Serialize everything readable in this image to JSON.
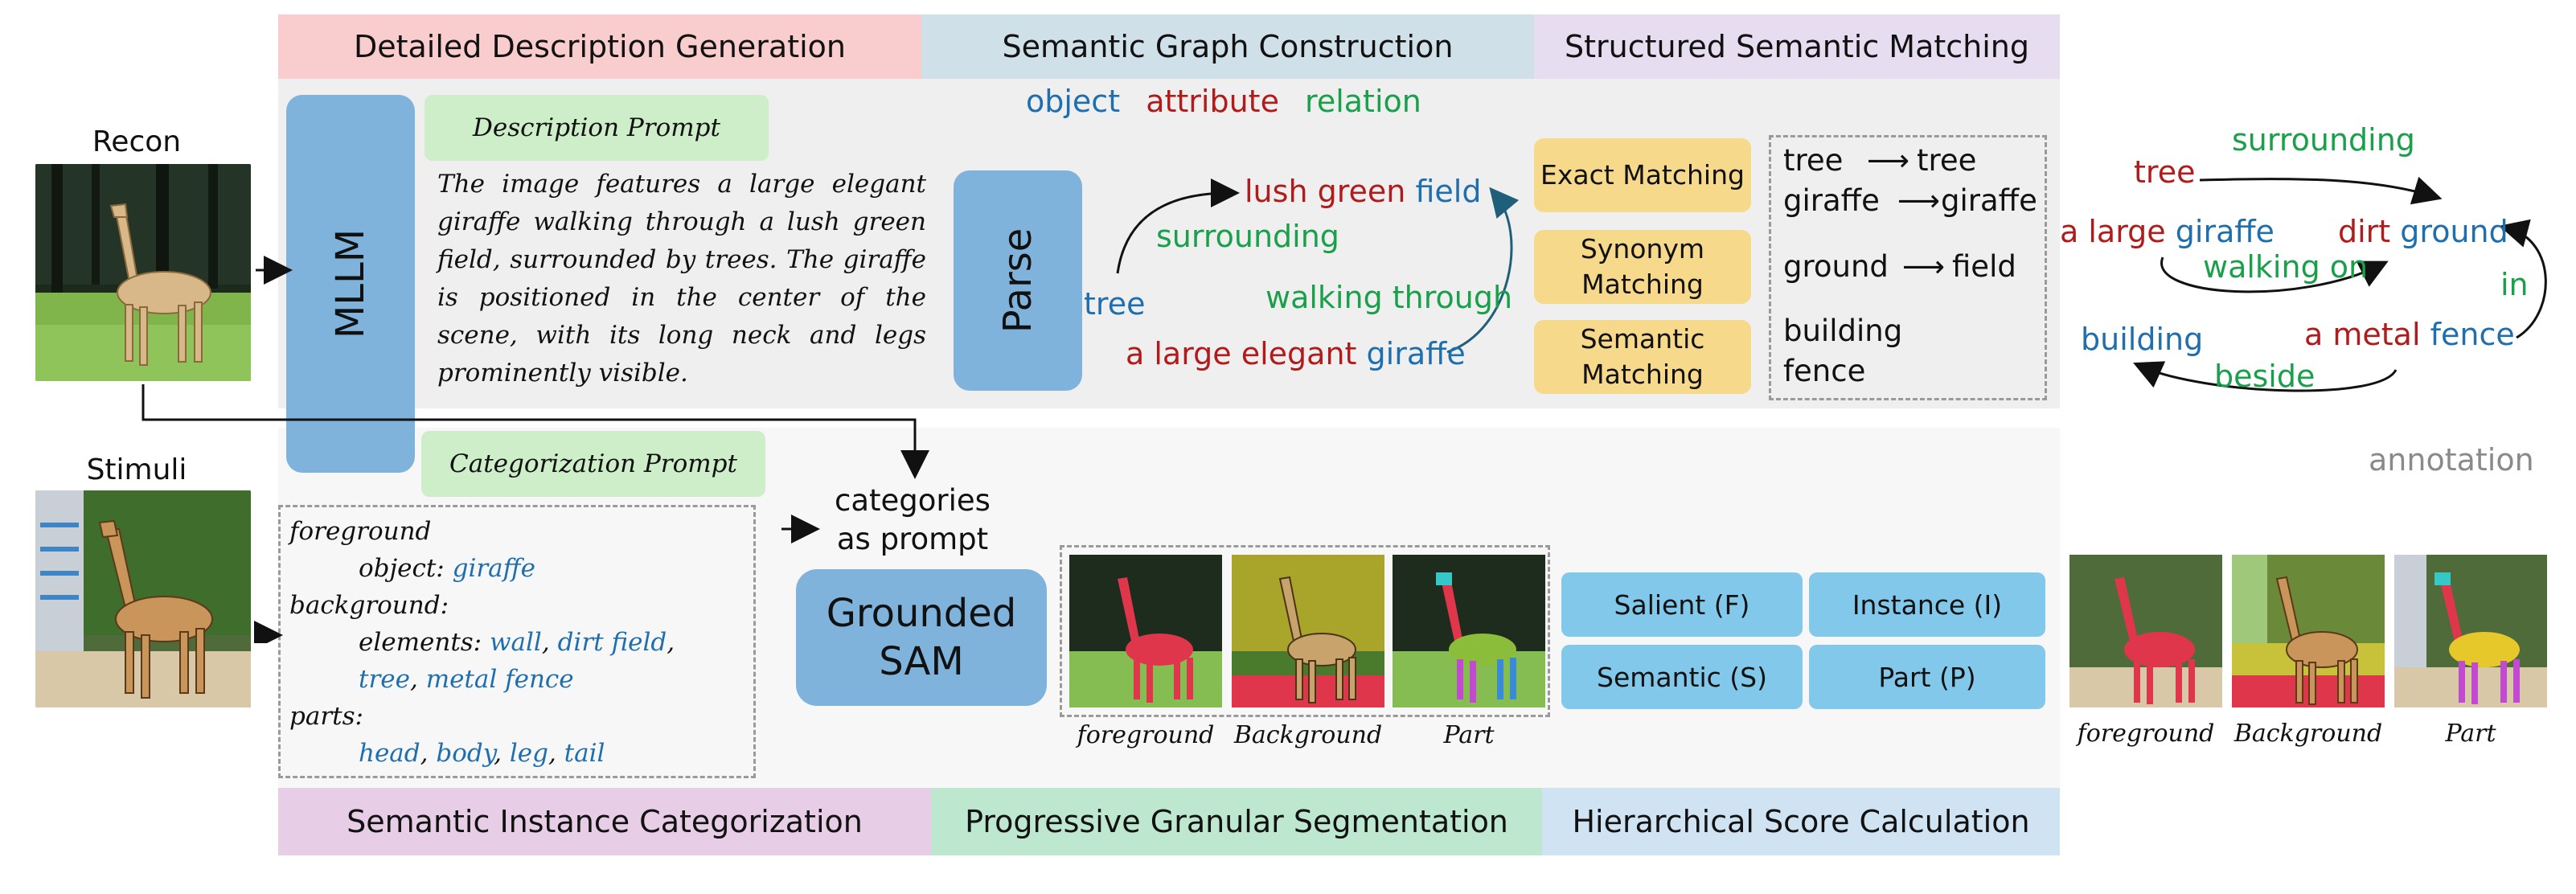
{
  "top_headers": [
    "Detailed Description Generation",
    "Semantic Graph Construction",
    "Structured Semantic Matching"
  ],
  "bottom_headers": [
    "Semantic Instance Categorization",
    "Progressive Granular Segmentation",
    "Hierarchical Score Calculation"
  ],
  "labels": {
    "recon": "Recon",
    "stimuli": "Stimuli",
    "mllm": "MLLM",
    "parse": "Parse",
    "grounded_sam": "Grounded SAM",
    "categories_as_prompt": "categories as prompt",
    "annotation": "annotation"
  },
  "prompts": {
    "description": "Description Prompt",
    "categorization": "Categorization Prompt"
  },
  "description_text": "The image features a large elegant giraffe walking through a lush green field, surrounded by trees. The giraffe is positioned in the center of the scene, with its long neck and legs prominently visible.",
  "legend": {
    "object": "object",
    "attribute": "attribute",
    "relation": "relation"
  },
  "graph": {
    "lush_green": "lush green",
    "field": "field",
    "surrounding": "surrounding",
    "tree": "tree",
    "walking_through": "walking through",
    "a_large_elegant": "a large elegant",
    "giraffe": "giraffe"
  },
  "matching": [
    "Exact Matching",
    "Synonym Matching",
    "Semantic Matching"
  ],
  "match_pairs": [
    {
      "left": "tree",
      "right": "tree"
    },
    {
      "left": "giraffe",
      "right": "giraffe"
    },
    {
      "left": "ground",
      "right": "field"
    },
    {
      "left": "building",
      "right": ""
    },
    {
      "left": "fence",
      "right": ""
    }
  ],
  "annotation_graph": {
    "tree": "tree",
    "surrounding": "surrounding",
    "a_large": "a large",
    "giraffe": "giraffe",
    "dirt": "dirt",
    "ground": "ground",
    "walking_on": "walking on",
    "in": "in",
    "building": "building",
    "a_metal": "a metal",
    "fence": "fence",
    "beside": "beside"
  },
  "categorization": {
    "foreground": "foreground",
    "object_label": "object:",
    "object_value": "giraffe",
    "background": "background:",
    "elements_label": "elements:",
    "elements": [
      "wall",
      "dirt field",
      "tree",
      "metal fence"
    ],
    "parts_label": "parts:",
    "parts": [
      "head",
      "body",
      "leg",
      "tail"
    ]
  },
  "seg_captions": [
    "foreground",
    "Background",
    "Part"
  ],
  "scores": [
    "Salient (F)",
    "Instance (I)",
    "Semantic (S)",
    "Part (P)"
  ],
  "colors": {
    "header_pink": "#f9cdcd",
    "header_steel": "#cfe0e8",
    "header_lavender": "#e6ddf0",
    "bottom_purple": "#e7cde6",
    "bottom_mint": "#bde8cf",
    "bottom_blue": "#cfe3f2",
    "mllm_blue": "#7fb3dc",
    "prompt_green": "#cdeec8",
    "match_yellow": "#f6d98a",
    "score_blue": "#82c8ea"
  }
}
